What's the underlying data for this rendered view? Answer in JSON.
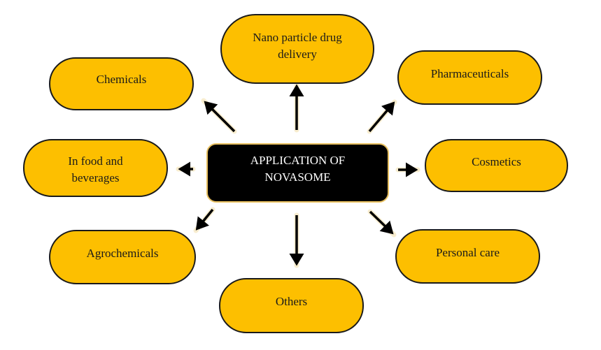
{
  "diagram": {
    "center": {
      "line1": "APPLICATION OF",
      "line2": "NOVASOME"
    },
    "nodes": [
      {
        "id": "nano",
        "line1": "Nano particle drug",
        "line2": "delivery"
      },
      {
        "id": "chemicals",
        "line1": "Chemicals",
        "line2": ""
      },
      {
        "id": "pharmaceuticals",
        "line1": "Pharmaceuticals",
        "line2": ""
      },
      {
        "id": "food",
        "line1": "In food and",
        "line2": "beverages"
      },
      {
        "id": "cosmetics",
        "line1": "Cosmetics",
        "line2": ""
      },
      {
        "id": "agrochemicals",
        "line1": "Agrochemicals",
        "line2": ""
      },
      {
        "id": "personal-care",
        "line1": "Personal care",
        "line2": ""
      },
      {
        "id": "others",
        "line1": "Others",
        "line2": ""
      }
    ],
    "colors": {
      "node_fill": "#FDBF00",
      "node_border": "#1a1a1a",
      "center_fill": "#000000",
      "center_border": "#E8C060",
      "center_text": "#ffffff",
      "arrow": "#000000"
    }
  }
}
